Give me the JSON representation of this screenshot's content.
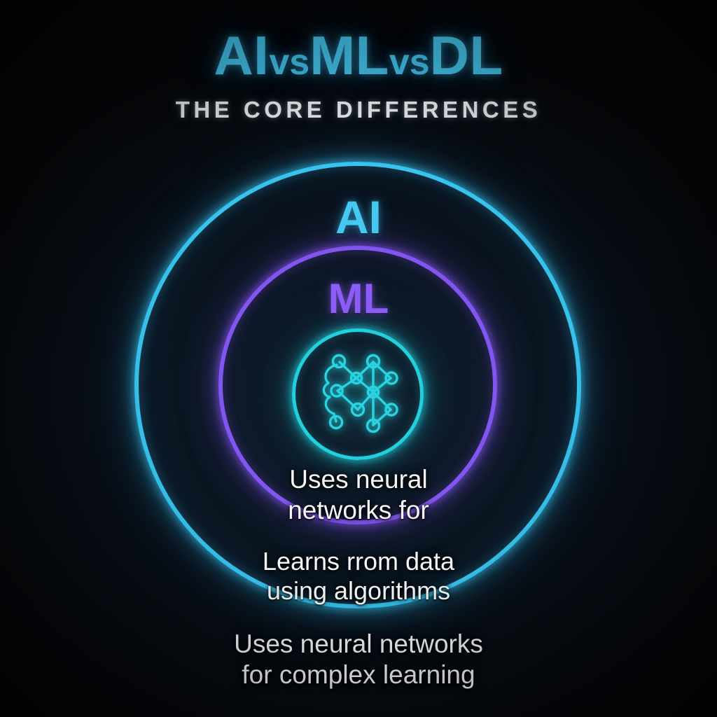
{
  "header": {
    "title_part1": "AI",
    "title_vs1": "vs",
    "title_part2": "ML",
    "title_vs2": "vs",
    "title_part3": "DL",
    "subtitle": "THE CORE DIFFERENCES"
  },
  "diagram": {
    "type": "concentric-venn",
    "rings": [
      {
        "id": "ai",
        "label": "AI",
        "color": "#46c8f0",
        "ring_color": "#37c4ef",
        "level": 1,
        "description_lines": [
          "Uses neural networks",
          "for complex learning"
        ]
      },
      {
        "id": "ml",
        "label": "ML",
        "color": "#8b5cf6",
        "ring_color": "#8255f0",
        "level": 2,
        "description_lines": [
          "Learns rrom data",
          "using algorithms"
        ]
      },
      {
        "id": "dl",
        "label": "",
        "color": "#23cfdc",
        "ring_color": "#23cfdc",
        "level": 3,
        "icon": "neural-network-icon",
        "description_lines": [
          "Uses neural networks for"
        ]
      }
    ]
  },
  "descriptions": {
    "dl_line1": "Uses neural",
    "dl_line2": "networks for",
    "ml_line1": "Learns rrom data",
    "ml_line2": "using algorithms",
    "ai_line1": "Uses neural networks",
    "ai_line2": "for complex learning"
  },
  "colors": {
    "background": "#05070a",
    "ai_cyan": "#46c8f0",
    "ml_purple": "#8b5cf6",
    "dl_teal": "#23cfdc",
    "text_white": "#f4f6f8"
  }
}
